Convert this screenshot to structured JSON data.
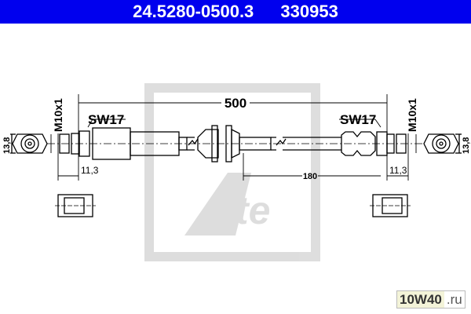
{
  "header": {
    "part_number": "24.5280-0500.3",
    "ref_number": "330953"
  },
  "drawing": {
    "length": "500",
    "partial_length": "180",
    "wrench_left": "SW17",
    "wrench_right": "SW17",
    "thread_left": "M10x1",
    "thread_right": "M10x1",
    "hex_left": "13,8",
    "hex_right": "13,8",
    "fitting_left": "11,3",
    "fitting_right": "11,3"
  },
  "logo": {
    "brand": "Ate"
  },
  "watermark": {
    "part1": "10W40",
    "part2": ".ru"
  }
}
